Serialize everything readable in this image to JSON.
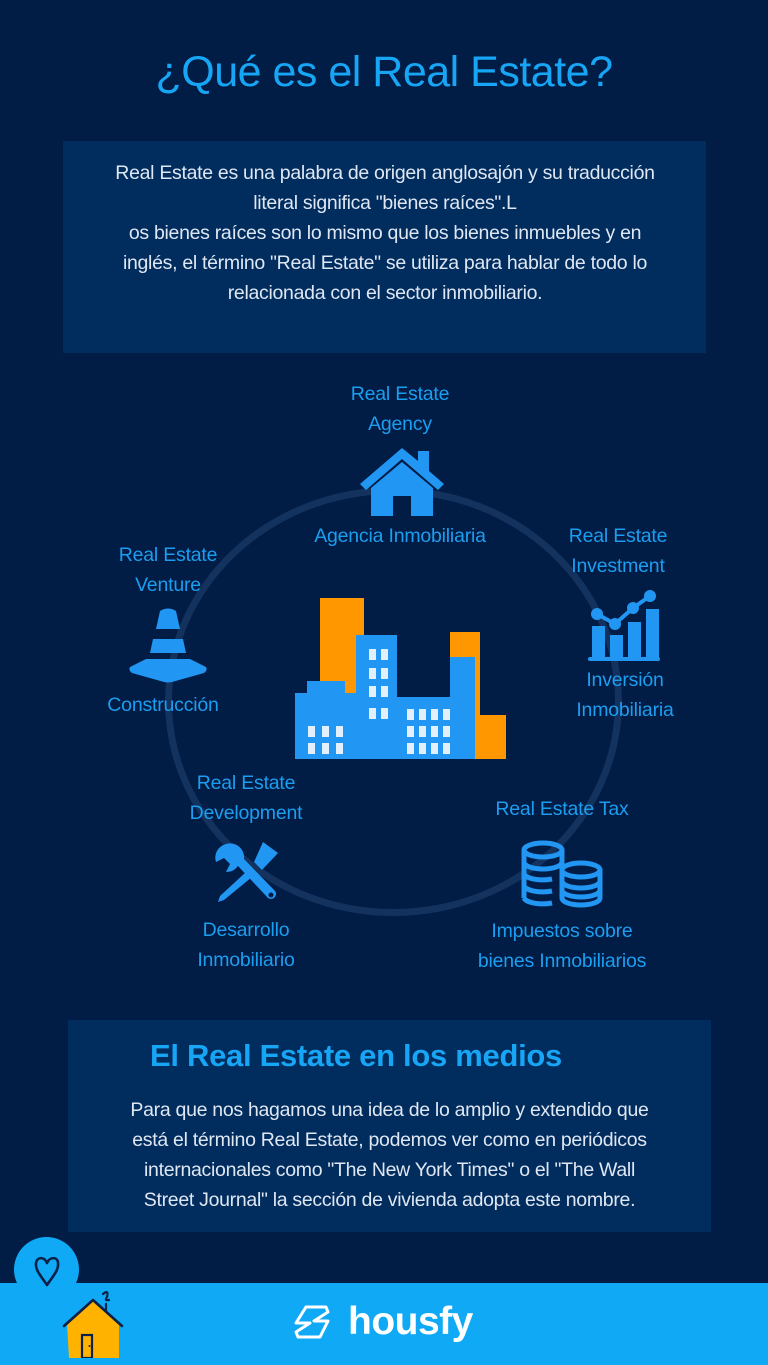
{
  "header": {
    "title": "¿Qué es el Real Estate?"
  },
  "intro": {
    "lines": [
      "Real Estate es una palabra de origen anglosajón y su traducción",
      "literal significa \"bienes raíces\".L",
      "os bienes raíces son lo mismo que los bienes inmuebles y en",
      "inglés, el término \"Real Estate\" se utiliza para hablar de todo lo",
      "relacionada con el sector inmobiliario."
    ]
  },
  "diagram": {
    "center_icon": "city-buildings-icon",
    "nodes": [
      {
        "id": "agency",
        "title_lines": [
          "Real Estate",
          "Agency"
        ],
        "icon": "house-icon",
        "subtitle_lines": [
          "Agencia Inmobiliaria"
        ]
      },
      {
        "id": "investment",
        "title_lines": [
          "Real Estate",
          "Investment"
        ],
        "icon": "growth-chart-icon",
        "subtitle_lines": [
          "Inversión",
          "Inmobiliaria"
        ]
      },
      {
        "id": "tax",
        "title_lines": [
          "Real Estate Tax"
        ],
        "icon": "coins-icon",
        "subtitle_lines": [
          "Impuestos sobre",
          "bienes Inmobiliarios"
        ]
      },
      {
        "id": "development",
        "title_lines": [
          "Real Estate",
          "Development"
        ],
        "icon": "tools-icon",
        "subtitle_lines": [
          "Desarrollo",
          "Inmobiliario"
        ]
      },
      {
        "id": "venture",
        "title_lines": [
          "Real Estate",
          "Venture"
        ],
        "icon": "traffic-cone-icon",
        "subtitle_lines": [
          "Construcción"
        ]
      }
    ]
  },
  "media": {
    "title": "El Real Estate en los medios",
    "lines": [
      "Para que nos hagamos una idea de lo amplio y extendido que",
      "está el término Real Estate, podemos ver como en periódicos",
      "internacionales como \"The New York Times\" o el \"The Wall",
      "Street Journal\" la sección de vivienda adopta este nombre."
    ]
  },
  "footer": {
    "brand": "housfy",
    "icons": [
      "heart-icon",
      "house-drawing-icon",
      "housfy-logo-icon"
    ]
  },
  "colors": {
    "background": "#011c45",
    "panel": "#012c5e",
    "accent_blue": "#16a6f5",
    "icon_blue": "#2196f3",
    "orange": "#ff9800",
    "footer_blue": "#10a9f5",
    "house_yellow": "#ffb300"
  }
}
